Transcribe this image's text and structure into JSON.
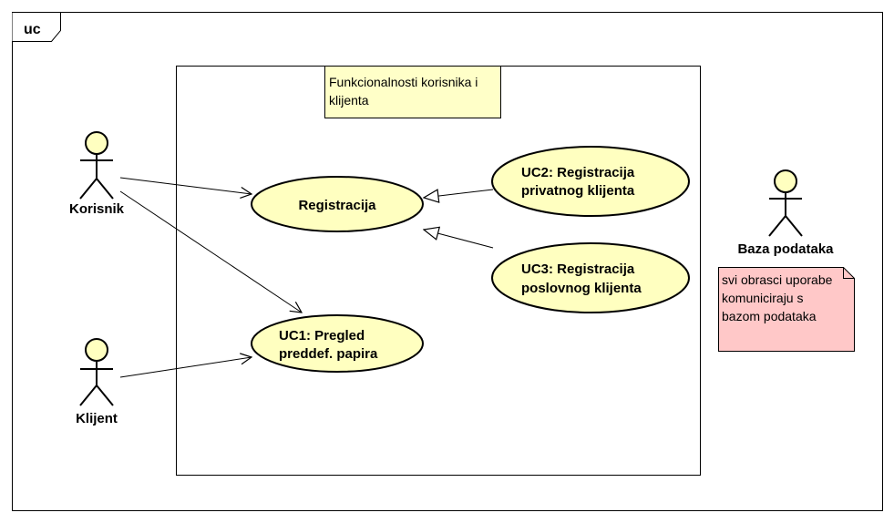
{
  "frame": {
    "tag": "uc"
  },
  "system": {
    "note": "Funkcionalnosti korisnika i klijenta"
  },
  "actors": [
    {
      "id": "korisnik",
      "label": "Korisnik"
    },
    {
      "id": "klijent",
      "label": "Klijent"
    },
    {
      "id": "baza",
      "label": "Baza podataka"
    }
  ],
  "use_cases": [
    {
      "id": "registracija",
      "lines": [
        "Registracija"
      ]
    },
    {
      "id": "uc1",
      "lines": [
        "UC1: Pregled",
        "preddef. papira"
      ]
    },
    {
      "id": "uc2",
      "lines": [
        "UC2: Registracija",
        "privatnog klijenta"
      ]
    },
    {
      "id": "uc3",
      "lines": [
        "UC3: Registracija",
        "poslovnog klijenta"
      ]
    }
  ],
  "comment": {
    "text": "svi obrasci uporabe komuniciraju s bazom podataka"
  },
  "colors": {
    "usecase_fill": "#FFFFC0",
    "note_fill": "#FFFFC8",
    "comment_fill": "#FFC8C8",
    "stroke": "#000000"
  }
}
